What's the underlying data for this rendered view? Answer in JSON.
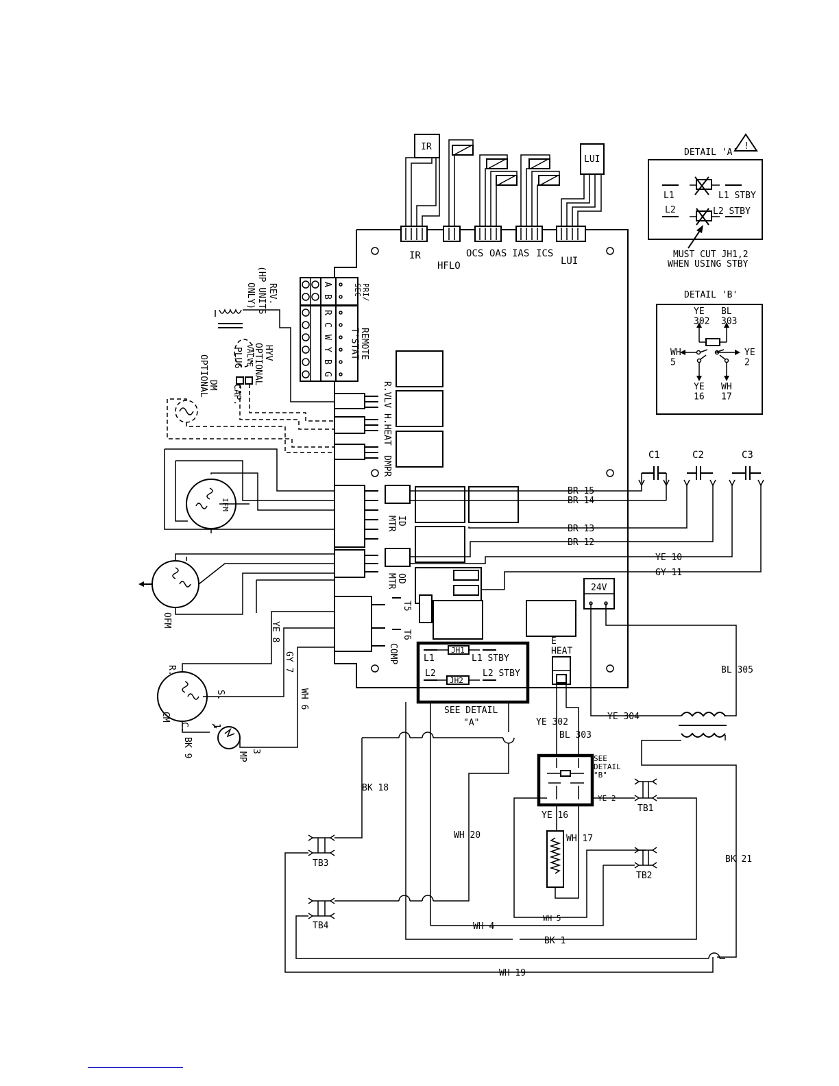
{
  "diagram": {
    "headers": [
      "IR",
      "HFLO",
      "OCS",
      "OAS",
      "IAS",
      "ICS",
      "LUI"
    ],
    "sensor_boxes": [
      "IR",
      "LUI"
    ],
    "terminal_block": {
      "top_labels": [
        "A",
        "B"
      ],
      "letters": [
        "R",
        "C",
        "W",
        "Y",
        "B",
        "G"
      ],
      "pri_sec": "PRI/\nSEC",
      "remote": "REMOTE\nT'STAT"
    },
    "rotated": {
      "rev": "REV.",
      "hp_units": "(HP UNITS",
      "only": "ONLY)",
      "hyv": "HYV",
      "optional1": "OPTIONAL",
      "plug": "PLUG",
      "cap": "CAP.",
      "valve": "VALVE",
      "dm": "DM",
      "optional2": "OPTIONAL",
      "r_vlv": "R.VLV",
      "h_heat": "H.HEAT",
      "dmpr": "DMPR",
      "id_mtr": "ID\nMTR",
      "od_mtr": "OD\nMTR",
      "t5": "T5",
      "t6": "T6",
      "comp": "COMP",
      "ofm": "OFM",
      "ye8": "YE 8",
      "gy7": "GY 7",
      "wh6": "WH 6",
      "bk9": "BK 9",
      "cm": "CM",
      "mp": "MP",
      "r": "R.",
      "s": "S.",
      "c": "C.",
      "ifm": "IFM",
      "num1": "1",
      "num3": "3"
    },
    "capacitors": [
      "C1",
      "C2",
      "C3"
    ],
    "wires": {
      "br15": "BR 15",
      "br14": "BR 14",
      "br13": "BR 13",
      "br12": "BR 12",
      "ye10": "YE 10",
      "gy11": "GY 11",
      "v24": "24V",
      "e_heat": "E\nHEAT",
      "bl305": "BL 305",
      "ye304": "YE 304",
      "ye302": "YE 302",
      "bl303": "BL 303",
      "ye2": "YE 2",
      "ye16": "YE 16",
      "wh17": "WH 17",
      "bk18": "BK 18",
      "wh20": "WH 20",
      "wh5": "WH 5",
      "wh4": "WH 4",
      "bk1": "BK 1",
      "wh19": "WH 19",
      "bk21": "BK 21"
    },
    "terminal_blocks": [
      "TB1",
      "TB2",
      "TB3",
      "TB4"
    ],
    "standby_box": {
      "l1": "L1",
      "jh1": "JH1",
      "l1stby": "L1 STBY",
      "l2": "L2",
      "jh2": "JH2",
      "l2stby": "L2 STBY",
      "see_detail": "SEE DETAIL",
      "detail_a": "\"A\""
    },
    "see_detail_b": [
      "SEE",
      "DETAIL",
      "\"B\""
    ],
    "detail_a": {
      "title": "DETAIL 'A'",
      "warning_icon": "!",
      "l1": "L1",
      "l1stby": "L1 STBY",
      "l2": "L2",
      "l2stby": "L2 STBY",
      "note1": "MUST CUT JH1,2",
      "note2": "WHEN USING STBY"
    },
    "detail_b": {
      "title": "DETAIL 'B'",
      "ye302": "YE\n302",
      "bl303": "BL\n303",
      "wh5": "WH\n5",
      "ye2": "YE\n2",
      "ye16": "YE\n16",
      "wh17": "WH\n17"
    }
  }
}
